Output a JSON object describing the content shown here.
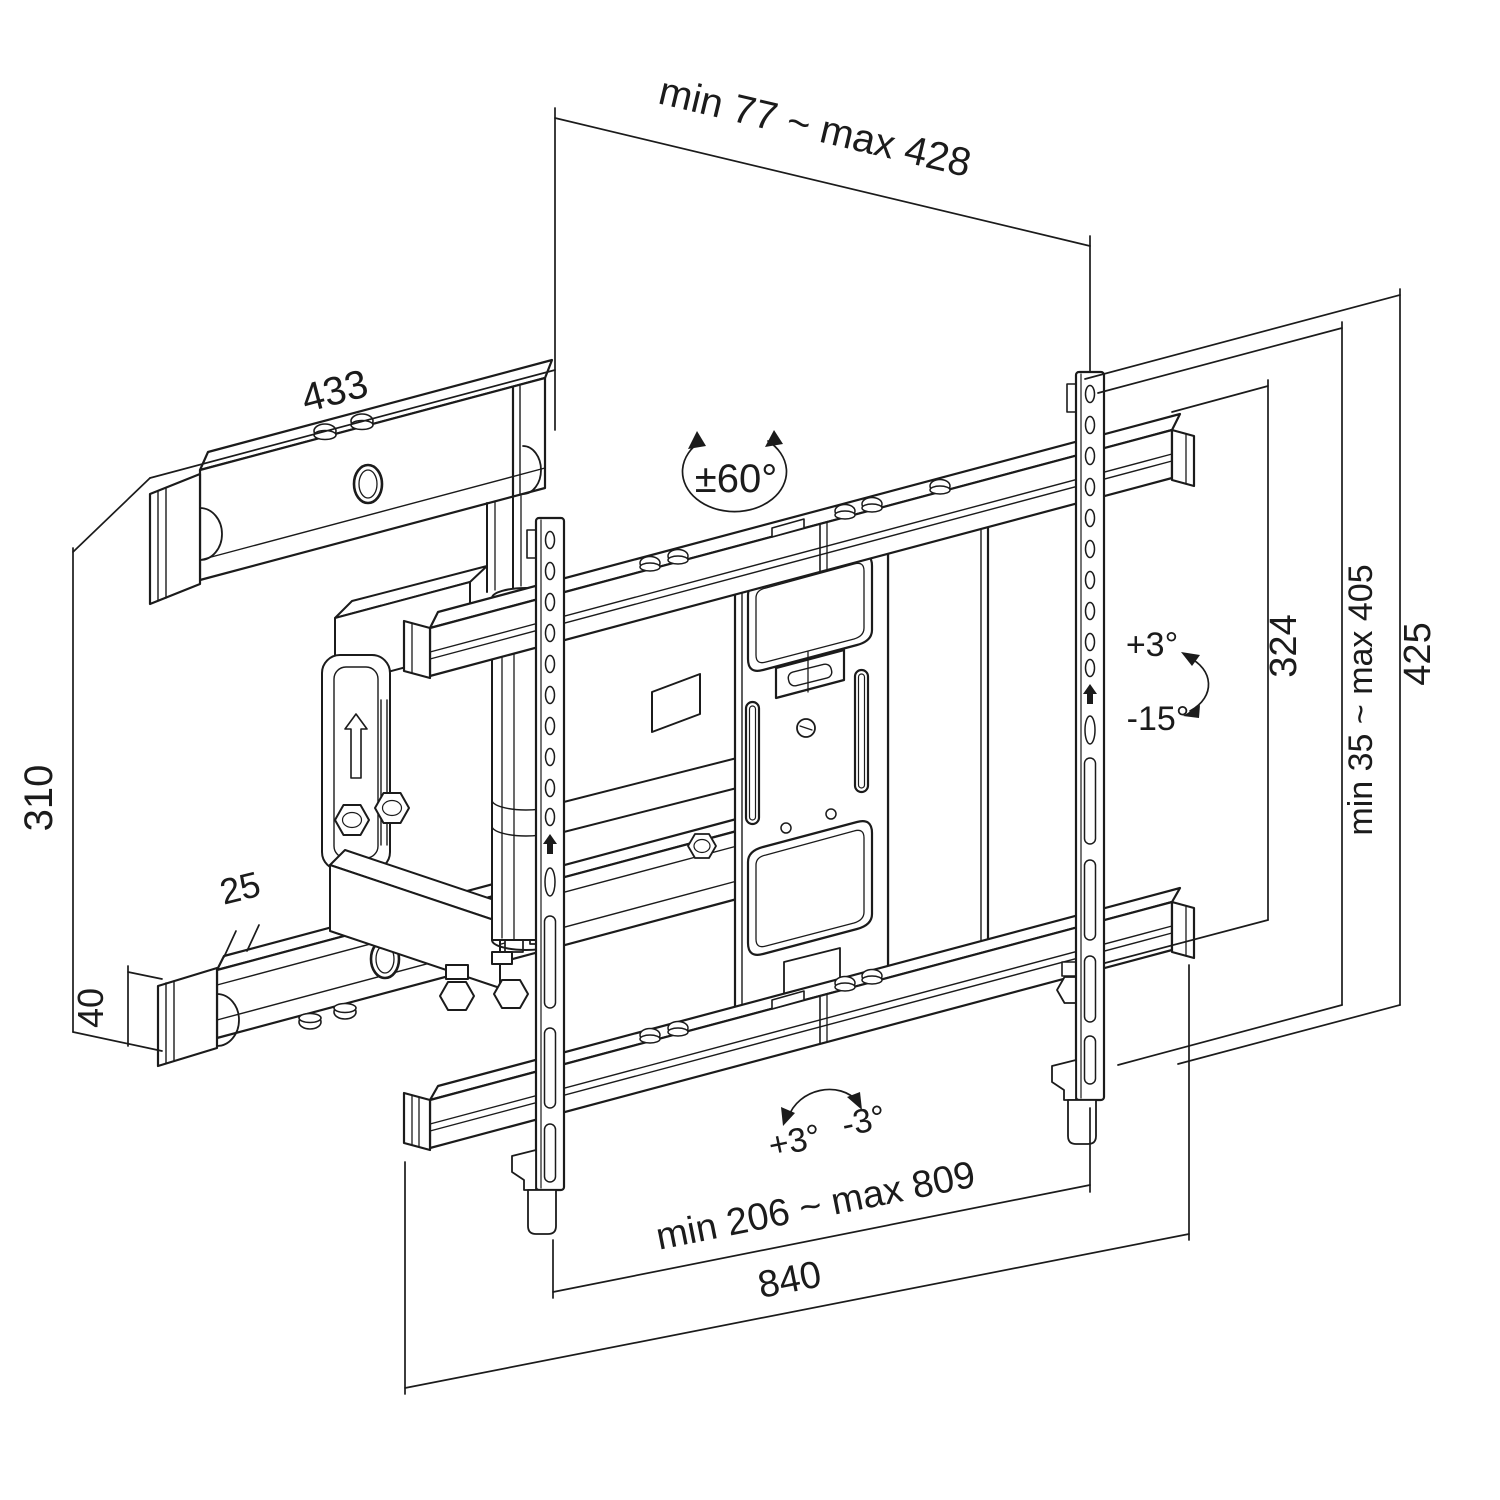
{
  "drawing": {
    "type": "technical-dimension-drawing",
    "subject": "full-motion TV wall mount bracket, isometric view",
    "colors": {
      "line": "#1b1b1b",
      "background": "#ffffff"
    }
  },
  "labels": {
    "depth_range": "min 77 ~ max 428",
    "wall_plate_width": "433",
    "swivel_range": "±60°",
    "wall_plate_height": "310",
    "rail_depth": "25",
    "rail_height": "40",
    "plate_height": "324",
    "height_range": "min 35 ~ max 405",
    "bracket_height": "425",
    "tilt_up": "+3°",
    "tilt_down": "-15°",
    "roll_plus": "+3°",
    "roll_minus": "-3°",
    "width_range": "min 206 ~ max 809",
    "bracket_width": "840"
  }
}
